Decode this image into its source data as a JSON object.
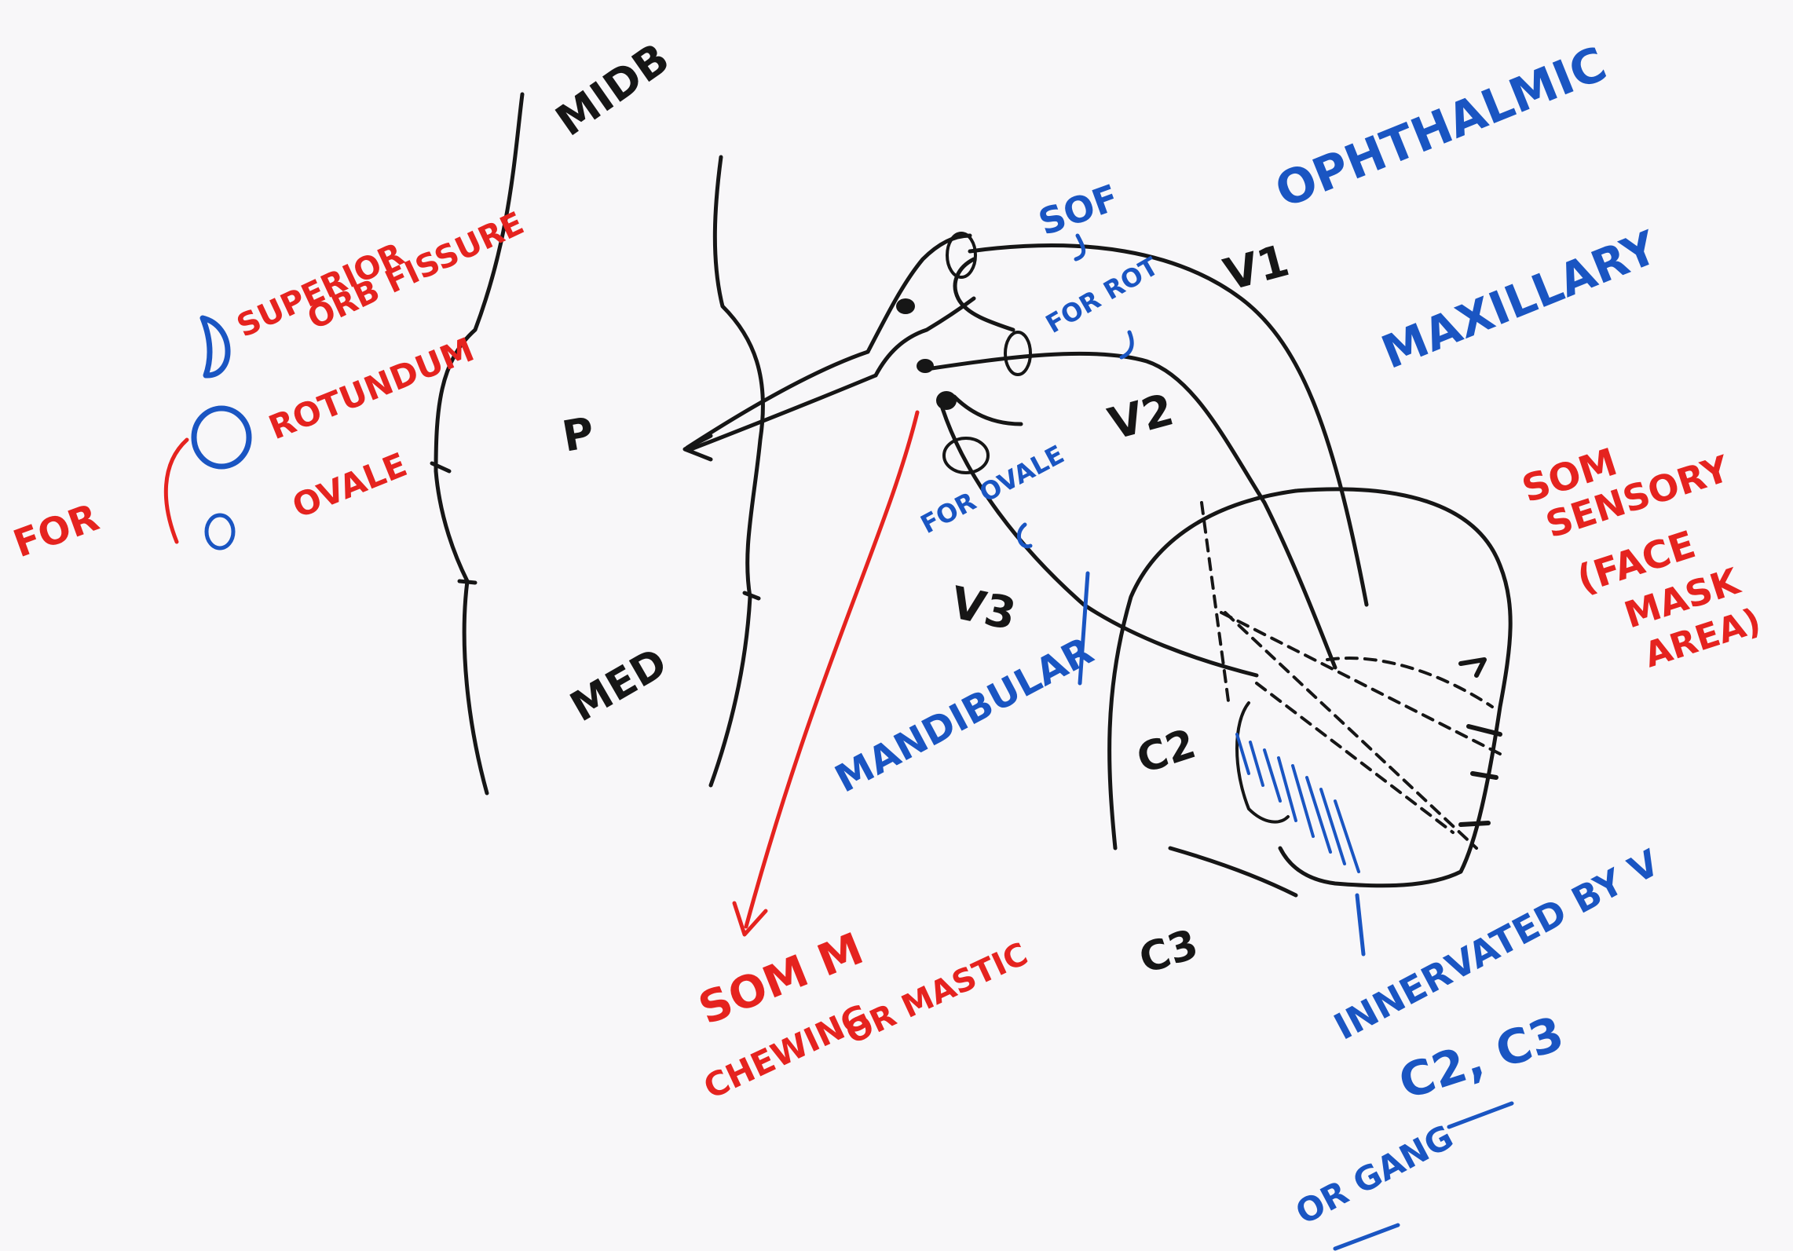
{
  "colors": {
    "black": "#161616",
    "red": "#e5231f",
    "blue": "#1a55c2",
    "paper": "#f8f7f9"
  },
  "brainstem": {
    "midbrain": "MIDB",
    "pons": "P",
    "medulla": "MED"
  },
  "foramina_legend": {
    "group_label": "FOR",
    "items": [
      {
        "label": "SUPERIOR ORB FISSURE",
        "line1": "SUPERIOR",
        "line2": "ORB FISSURE"
      },
      {
        "label": "ROTUNDUM"
      },
      {
        "label": "OVALE"
      }
    ]
  },
  "foramen_labels": {
    "sof": "SOF",
    "rot": "FOR ROT",
    "ovale": "FOR OVALE"
  },
  "divisions": {
    "v1": "V1",
    "v2": "V2",
    "v3": "V3",
    "ophthalmic": "OPHTHALMIC",
    "maxillary": "MAXILLARY",
    "mandibular": "MANDIBULAR"
  },
  "sensory_note": {
    "line1": "SOM",
    "line2": "SENSORY",
    "line3": "(FACE",
    "line4": "MASK",
    "line5": "AREA)"
  },
  "motor_note": {
    "line1": "SOM M",
    "line2": "CHEWING",
    "line3": "OR MASTIC"
  },
  "dermatomes": {
    "c2": "C2",
    "c3": "C3"
  },
  "innervation_note": {
    "line1": "INNERVATED BY V",
    "line2": "C2, C3",
    "line3": "OR GANG"
  }
}
